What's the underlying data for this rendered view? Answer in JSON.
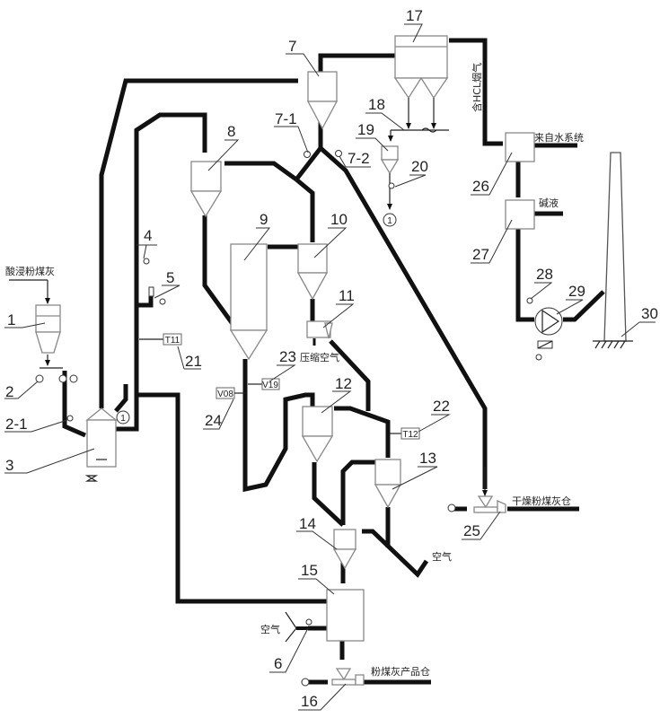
{
  "diagram": {
    "title": "粉煤灰酸浸干燥焙烧工艺流程图",
    "equipment_labels": {
      "e1": "1",
      "e2": "2",
      "e2_1": "2-1",
      "e3": "3",
      "e4": "4",
      "e5": "5",
      "e6": "6",
      "e7": "7",
      "e7_1": "7-1",
      "e7_2": "7-2",
      "e8": "8",
      "e9": "9",
      "e10": "10",
      "e11": "11",
      "e12": "12",
      "e13": "13",
      "e14": "14",
      "e15": "15",
      "e16": "16",
      "e17": "17",
      "e18": "18",
      "e19": "19",
      "e20": "20",
      "e21": "21",
      "e22": "22",
      "e23": "23",
      "e24": "24",
      "e25": "25",
      "e26": "26",
      "e27": "27",
      "e28": "28",
      "e29": "29",
      "e30": "30"
    },
    "stream_labels": {
      "acid_fly_ash": "酸浸粉煤灰",
      "hcl_gas": "含HCL烟气",
      "water_from_system": "来自水系统",
      "alkali": "碱液",
      "compressed_air": "压缩空气",
      "dry_fly_ash_bin": "干燥粉煤灰仓",
      "air_13": "空气",
      "air_15": "空气",
      "product_bin": "粉煤灰产品仓"
    },
    "instrument_tags": {
      "t11": "T11",
      "t12": "T12",
      "v19": "V19",
      "v08": "V08"
    },
    "connectors": {
      "c1_a": "1",
      "c1_b": "1"
    }
  }
}
